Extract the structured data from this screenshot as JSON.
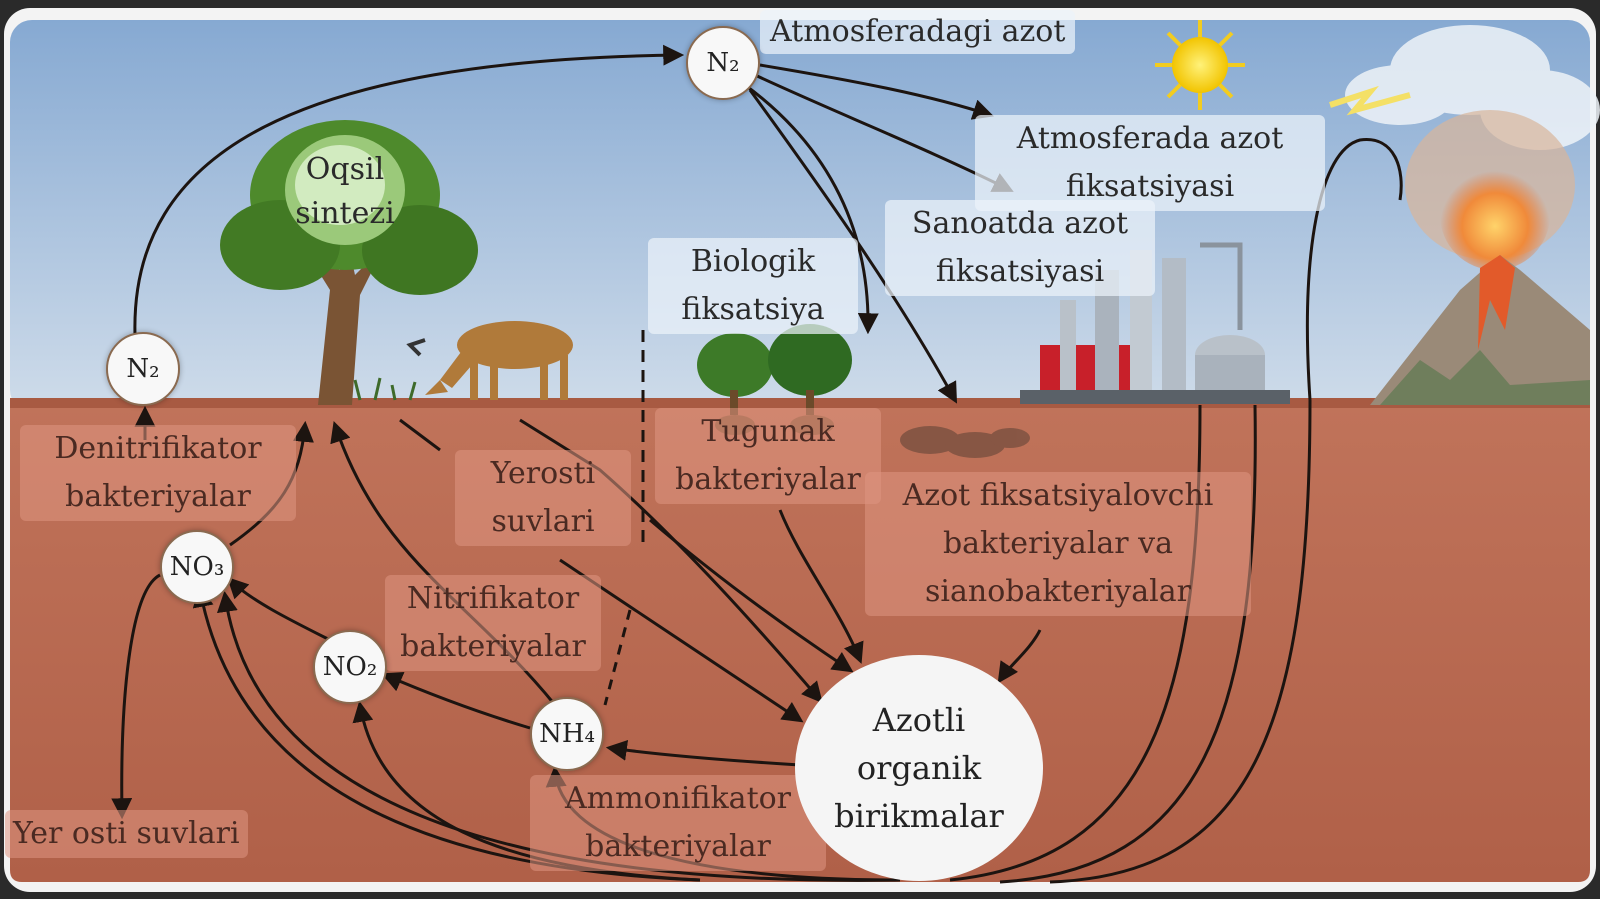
{
  "labels": {
    "atmosphere_n2": "Atmosferadagi azot",
    "atmospheric_fixation": "Atmosferada azot fiksatsiyasi",
    "industrial_fixation": "Sanoatda azot fiksatsiyasi",
    "biological_fixation": "Biologik fiksatsiya",
    "protein_synthesis": "Oqsil sintezi",
    "denitrifying_bacteria": "Denitrifikator bakteriyalar",
    "surface_water": "Yerosti suvlari",
    "nodule_bacteria": "Tugunak bakteriyalar",
    "fixing_bacteria": "Azot fiksatsiyalovchi bakteriyalar va sianobakteriyalar",
    "nitrifying_bacteria": "Nitrifikator bakteriyalar",
    "ammonifying_bacteria": "Ammonifikator bakteriyalar",
    "groundwater": "Yer osti suvlari",
    "organic_compounds": "Azotli organik birikmalar"
  },
  "nodes": {
    "n2_top": "N₂",
    "n2_left": "N₂",
    "no3": "NO₃",
    "no2": "NO₂",
    "nh4": "NH₄"
  },
  "colors": {
    "sky_top": "#8fb0d6",
    "sky_bottom": "#c9d9ea",
    "soil": "#b9674c",
    "arrow": "#1c1410",
    "tree": "#4e8a2c",
    "sun": "#f4d21c"
  }
}
